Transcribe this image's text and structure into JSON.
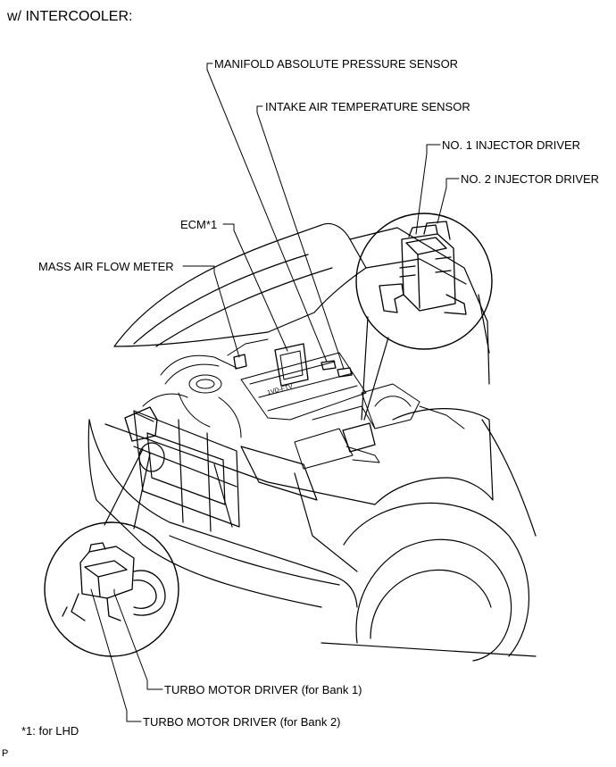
{
  "header": {
    "title": "w/ INTERCOOLER:"
  },
  "labels": {
    "map_sensor": "MANIFOLD ABSOLUTE PRESSURE SENSOR",
    "iat_sensor": "INTAKE AIR TEMPERATURE SENSOR",
    "injector_driver_1": "NO. 1 INJECTOR DRIVER",
    "injector_driver_2": "NO. 2 INJECTOR DRIVER",
    "ecm": "ECM*1",
    "maf_meter": "MASS AIR FLOW METER",
    "turbo_driver_bank1": "TURBO MOTOR DRIVER (for Bank 1)",
    "turbo_driver_bank2": "TURBO MOTOR DRIVER (for Bank 2)"
  },
  "footnote": {
    "text": "*1: for LHD"
  },
  "corner_mark": {
    "text": "P"
  },
  "engine_cover_text": "1VD-FTV"
}
